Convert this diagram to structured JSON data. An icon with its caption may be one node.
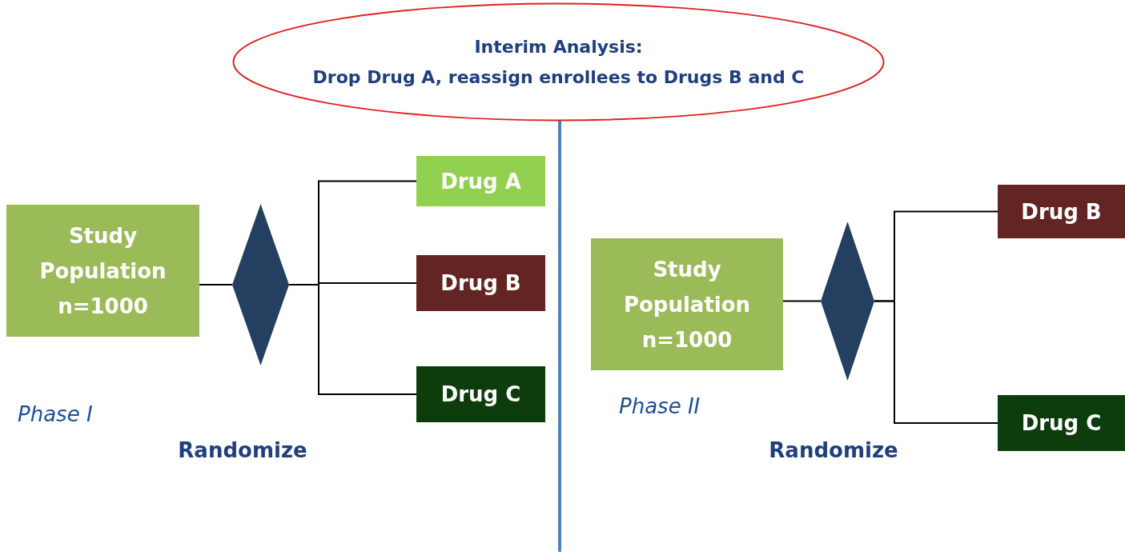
{
  "diagram": {
    "nodes": [
      {
        "text": [
          "Interim Analysis:",
          "Drop Drug A, reassign enrollees to Drugs B and C"
        ]
      },
      {
        "text": [
          "Study Population n=1000"
        ]
      },
      {
        "text": [],
        "shape": "diamond",
        "beside": [
          "Randomize"
        ]
      },
      {
        "text": [
          "Drug A"
        ]
      },
      {
        "text": [
          "Drug B"
        ]
      },
      {
        "text": [
          "Drug C"
        ]
      },
      {
        "text": [
          "Study Population n=1000"
        ]
      },
      {
        "text": [],
        "shape": "diamond",
        "beside": [
          "Randomize"
        ]
      },
      {
        "text": [
          "Drug B"
        ]
      },
      {
        "text": [
          "Drug C"
        ]
      }
    ],
    "edges": [
      {
        "from": 1,
        "to": 2,
        "arrow": "none"
      },
      {
        "from": 2,
        "to": 3,
        "arrow": "none"
      },
      {
        "from": 2,
        "to": 4,
        "arrow": "none"
      },
      {
        "from": 2,
        "to": 5,
        "arrow": "none"
      },
      {
        "from": 6,
        "to": 7,
        "arrow": "none"
      },
      {
        "from": 7,
        "to": 8,
        "arrow": "none"
      },
      {
        "from": 7,
        "to": 9,
        "arrow": "none"
      }
    ],
    "labels": [
      "Phase I",
      "Phase II"
    ]
  }
}
